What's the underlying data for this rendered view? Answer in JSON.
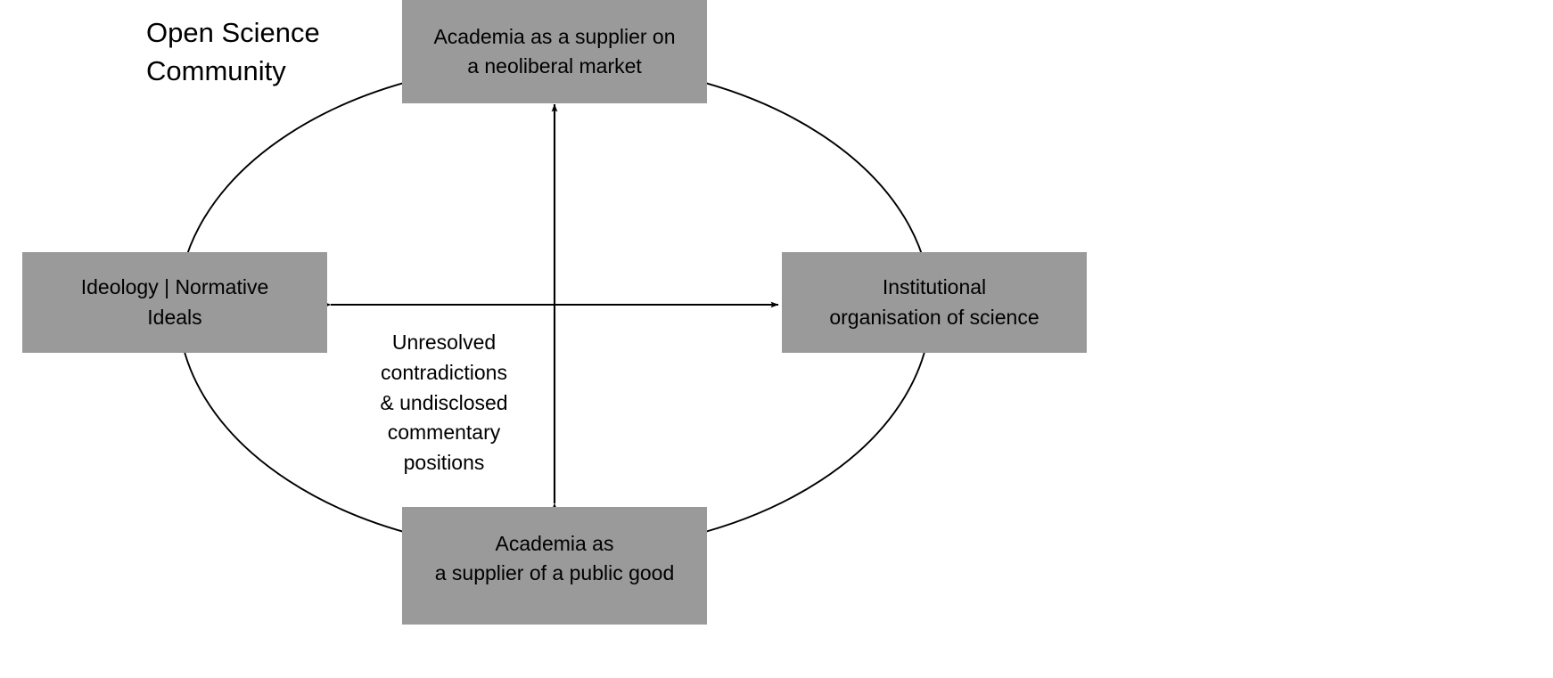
{
  "diagram": {
    "title": "Open Science\nCommunity",
    "background_color": "#ffffff",
    "box_fill_color": "#9a9a9a",
    "line_color": "#000000",
    "nodes": {
      "top": {
        "label": "Academia as a supplier on\na neoliberal market",
        "position": "top"
      },
      "left": {
        "label": "Ideology | Normative\nIdeals",
        "position": "left"
      },
      "right": {
        "label": "Institutional\norganisation of science",
        "position": "right"
      },
      "bottom": {
        "label": "Academia as\na supplier of a public good",
        "position": "bottom"
      }
    },
    "center_note": {
      "label": "Unresolved\ncontradictions\n& undisclosed\ncommentary\npositions"
    },
    "connectors": {
      "vertical": {
        "name": "vertical-double-arrow",
        "from": "bottom",
        "to": "top",
        "arrowheads": "both"
      },
      "horizontal": {
        "name": "horizontal-double-arrow",
        "from": "left",
        "to": "right",
        "arrowheads": "both"
      },
      "ellipse": {
        "name": "open-science-community-ellipse",
        "arrowheads": "none"
      }
    }
  }
}
